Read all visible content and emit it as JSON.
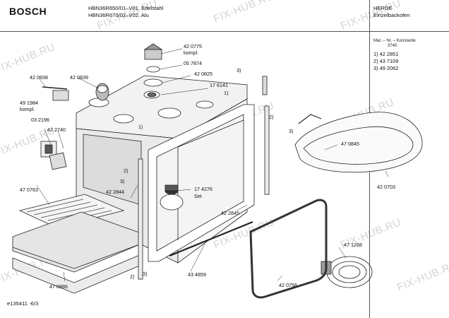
{
  "header": {
    "brand": "BOSCH",
    "model_line1": "HBN36R650/01–V01, Edelstahl",
    "model_line2": "HBN36R670/01–V02, Alu",
    "category_line1": "HERDE",
    "category_line2": "Einzelbackofen"
  },
  "side": {
    "mat_label": "Mat. – Nr. – Konstante",
    "mat_value": "3740",
    "codes": [
      "1) 42 2851",
      "2) 43 7109",
      "3) 49 2062"
    ]
  },
  "labels": {
    "p420775": "42 0775",
    "p420775b": "kompl.",
    "p057874": "05 7874",
    "p420825": "42 0825",
    "p176141": "17 6141",
    "p420838": "42 0838",
    "p420839": "42 0839",
    "p491984": "49 1984",
    "p491984b": "kompl.",
    "p032196": "03 2196",
    "p422740": "42 2740",
    "p470845": "47 0845",
    "p420703": "42 0703",
    "p174276": "17 4276",
    "p174276b": "Set",
    "p422844": "42 2844",
    "p470763": "47 0763",
    "p422845": "42 2845",
    "p434859": "43 4859",
    "p470886": "47 0886",
    "p420756": "42 0756",
    "p471268": "47 1268",
    "c1a": "1)",
    "c1b": "1)",
    "c3a": "3)",
    "c2a": "2)",
    "c3b": "3)",
    "c2b": "2)",
    "c3c": "3)",
    "c2c": "2)",
    "c3d": "3)"
  },
  "footer": {
    "doc_id": "e135411 -6/3"
  },
  "watermark": "FIX-HUB.RU"
}
